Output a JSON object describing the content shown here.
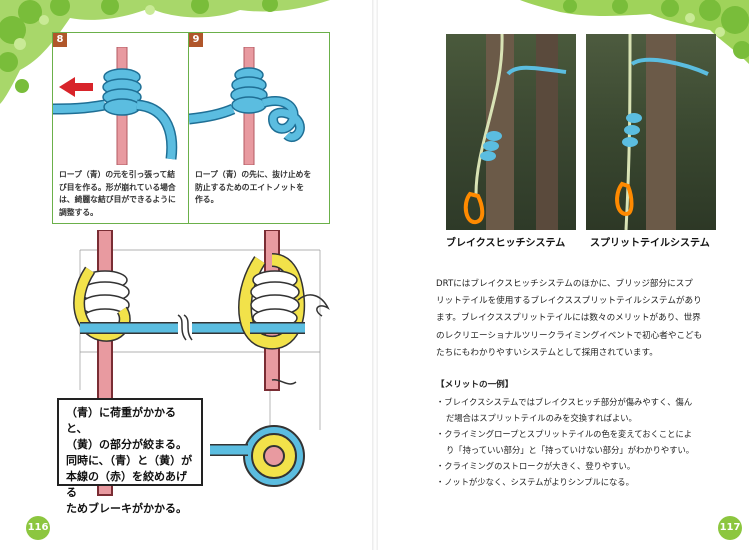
{
  "left": {
    "steps": [
      {
        "num": "8",
        "text": [
          "ロープ（青）の元を引っ張って結",
          "び目を作る。形が崩れている場合",
          "は、綺麗な結び目ができるように",
          "調整する。"
        ]
      },
      {
        "num": "9",
        "text": [
          "ロープ（青）の先に、抜け止めを",
          "防止するためのエイトノットを",
          "作る。"
        ]
      }
    ],
    "callout": [
      "（青）に荷重がかかると、",
      "（黄）の部分が絞まる。",
      "同時に、（青）と（黄）が",
      "本線の（赤）を絞めあげる",
      "ためブレーキがかかる。"
    ],
    "page_number": "116"
  },
  "right": {
    "photos": [
      {
        "caption": "ブレイクスヒッチシステム"
      },
      {
        "caption": "スプリットテイルシステム"
      }
    ],
    "paragraph": [
      "DRTにはブレイクスヒッチシステムのほかに、ブリッジ部分にスプ",
      "リットテイルを使用するブレイクススプリットテイルシステムがあり",
      "ます。ブレイクススプリットテイルには数々のメリットがあり、世界",
      "のレクリエーショナルツリークライミングイベントで初心者やこども",
      "たちにもわかりやすいシステムとして採用されています。"
    ],
    "merit_title": "【メリットの一例】",
    "merits": [
      "・ブレイクスシステムではブレイクスヒッチ部分が傷みやすく、傷んだ場合はスプリットテイルのみを交換すればよい。",
      "・クライミングロープとスプリットテイルの色を変えておくことにより「持っていい部分」と「持っていけない部分」がわかりやすい。",
      "・クライミングのストロークが大きく、登りやすい。",
      "・ノットが少なく、システムがよりシンプルになる。"
    ],
    "merit_lines": [
      "・ブレイクスシステムではブレイクスヒッチ部分が傷みやすく、傷ん",
      "だ場合はスプリットテイルのみを交換すればよい。",
      "・クライミングロープとスプリットテイルの色を変えておくことによ",
      "り「持っていい部分」と「持っていけない部分」がわかりやすい。",
      "・クライミングのストロークが大きく、登りやすい。",
      "・ノットが少なく、システムがよりシンプルになる。"
    ],
    "page_number": "117"
  },
  "colors": {
    "rope_blue": "#5bbde0",
    "rope_red": "#e89aa0",
    "rope_yellow": "#f2e24a",
    "frame_green": "#6bb04a",
    "leaf_green": "#8cc63f",
    "arrow_red": "#d8242a"
  }
}
